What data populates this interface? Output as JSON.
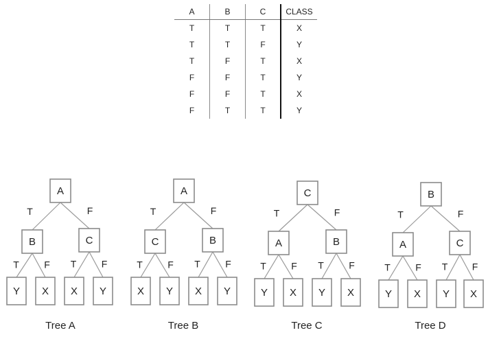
{
  "table": {
    "headers": [
      "A",
      "B",
      "C",
      "CLASS"
    ],
    "rows": [
      [
        "T",
        "T",
        "T",
        "X"
      ],
      [
        "T",
        "T",
        "F",
        "Y"
      ],
      [
        "T",
        "F",
        "T",
        "X"
      ],
      [
        "F",
        "F",
        "T",
        "Y"
      ],
      [
        "F",
        "F",
        "T",
        "X"
      ],
      [
        "F",
        "T",
        "T",
        "Y"
      ]
    ]
  },
  "trees": [
    {
      "caption": "Tree A",
      "root": "A",
      "left": "B",
      "right": "C",
      "leaves": [
        "Y",
        "X",
        "X",
        "Y"
      ]
    },
    {
      "caption": "Tree B",
      "root": "A",
      "left": "C",
      "right": "B",
      "leaves": [
        "X",
        "Y",
        "X",
        "Y"
      ]
    },
    {
      "caption": "Tree C",
      "root": "C",
      "left": "A",
      "right": "B",
      "leaves": [
        "Y",
        "X",
        "Y",
        "X"
      ]
    },
    {
      "caption": "Tree D",
      "root": "B",
      "left": "A",
      "right": "C",
      "leaves": [
        "Y",
        "X",
        "Y",
        "X"
      ]
    }
  ],
  "edge_labels": {
    "true": "T",
    "false": "F"
  }
}
